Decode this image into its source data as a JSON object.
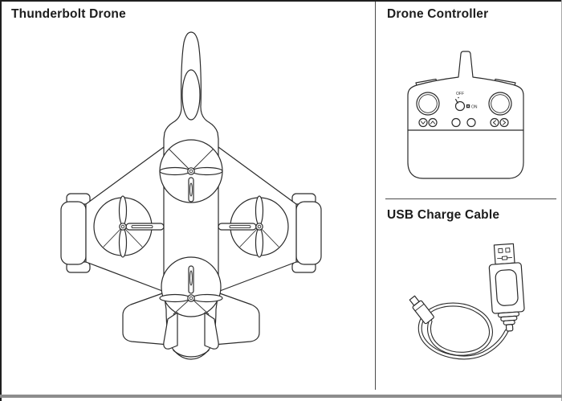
{
  "sections": {
    "drone": {
      "title": "Thunderbolt Drone",
      "illustration": "top view line drawing of a jet-fighter styled quadcopter drone with four rotors, wingtip pods, tail fins"
    },
    "controller": {
      "title": "Drone Controller",
      "illustration": "line drawing of remote controller with antenna, two joysticks, power dial and six buttons",
      "power_switch": {
        "off_label": "OFF",
        "on_label": "ON"
      }
    },
    "cable": {
      "title": "USB Charge Cable",
      "illustration": "line drawing of coiled charge cable with USB-A connector and small charging plug"
    }
  },
  "colors": {
    "background": "#ffffff",
    "line": "#2b2b2b",
    "heading": "#1c1c1c",
    "divider": "#4a4a4a",
    "page_border": "#1f1f1f",
    "bottom_bar": "#8d8d8d"
  }
}
